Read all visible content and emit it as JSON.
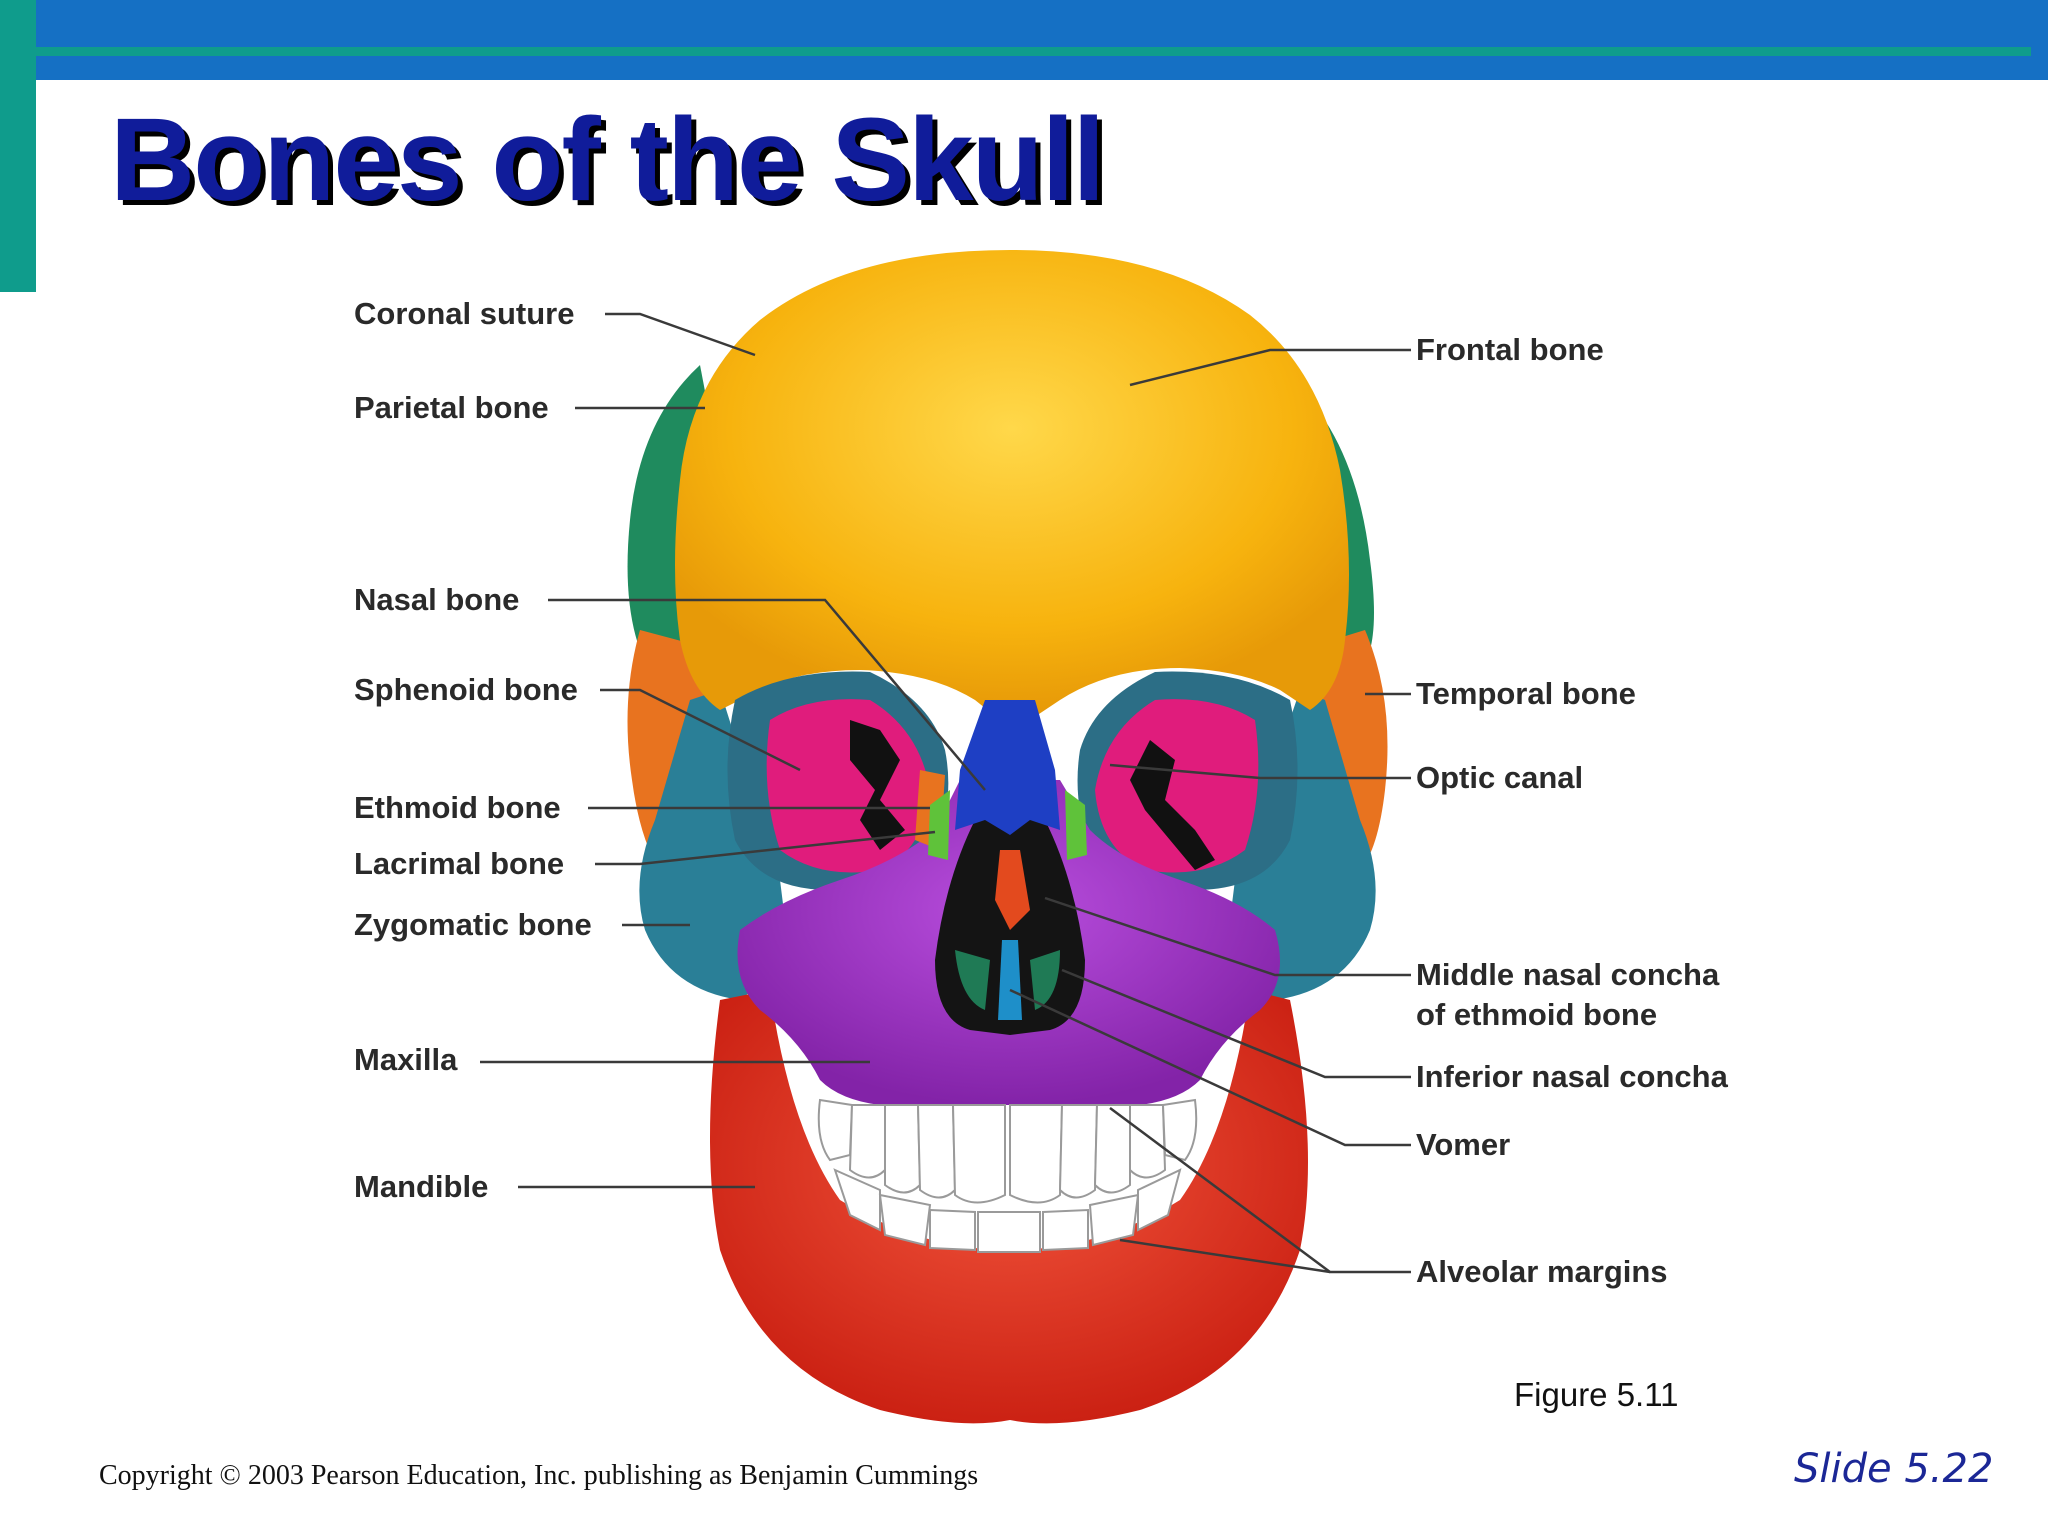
{
  "slide": {
    "title": "Bones of the Skull",
    "figure_caption": "Figure 5.11",
    "copyright": "Copyright © 2003 Pearson Education, Inc. publishing as Benjamin Cummings",
    "slide_number": "Slide 5.22"
  },
  "labels_left": [
    "Coronal suture",
    "Parietal bone",
    "Nasal bone",
    "Sphenoid bone",
    "Ethmoid bone",
    "Lacrimal bone",
    "Zygomatic bone",
    "Maxilla",
    "Mandible"
  ],
  "labels_right": [
    "Frontal bone",
    "Temporal bone",
    "Optic canal",
    "Middle nasal concha",
    "of ethmoid bone",
    "Inferior nasal concha",
    "Vomer",
    "Alveolar margins"
  ],
  "colors": {
    "header_blue": "#1570c4",
    "header_teal": "#0f9c8c",
    "title": "#101c9a",
    "frontal": "#f7b30e",
    "parietal": "#1f8b5e",
    "temporal": "#e8731f",
    "sphenoid": "#e01c7c",
    "zygomatic": "#2a7f97",
    "maxilla": "#9b2fc2",
    "mandible": "#e2301d",
    "nasal": "#1e3fc4"
  }
}
